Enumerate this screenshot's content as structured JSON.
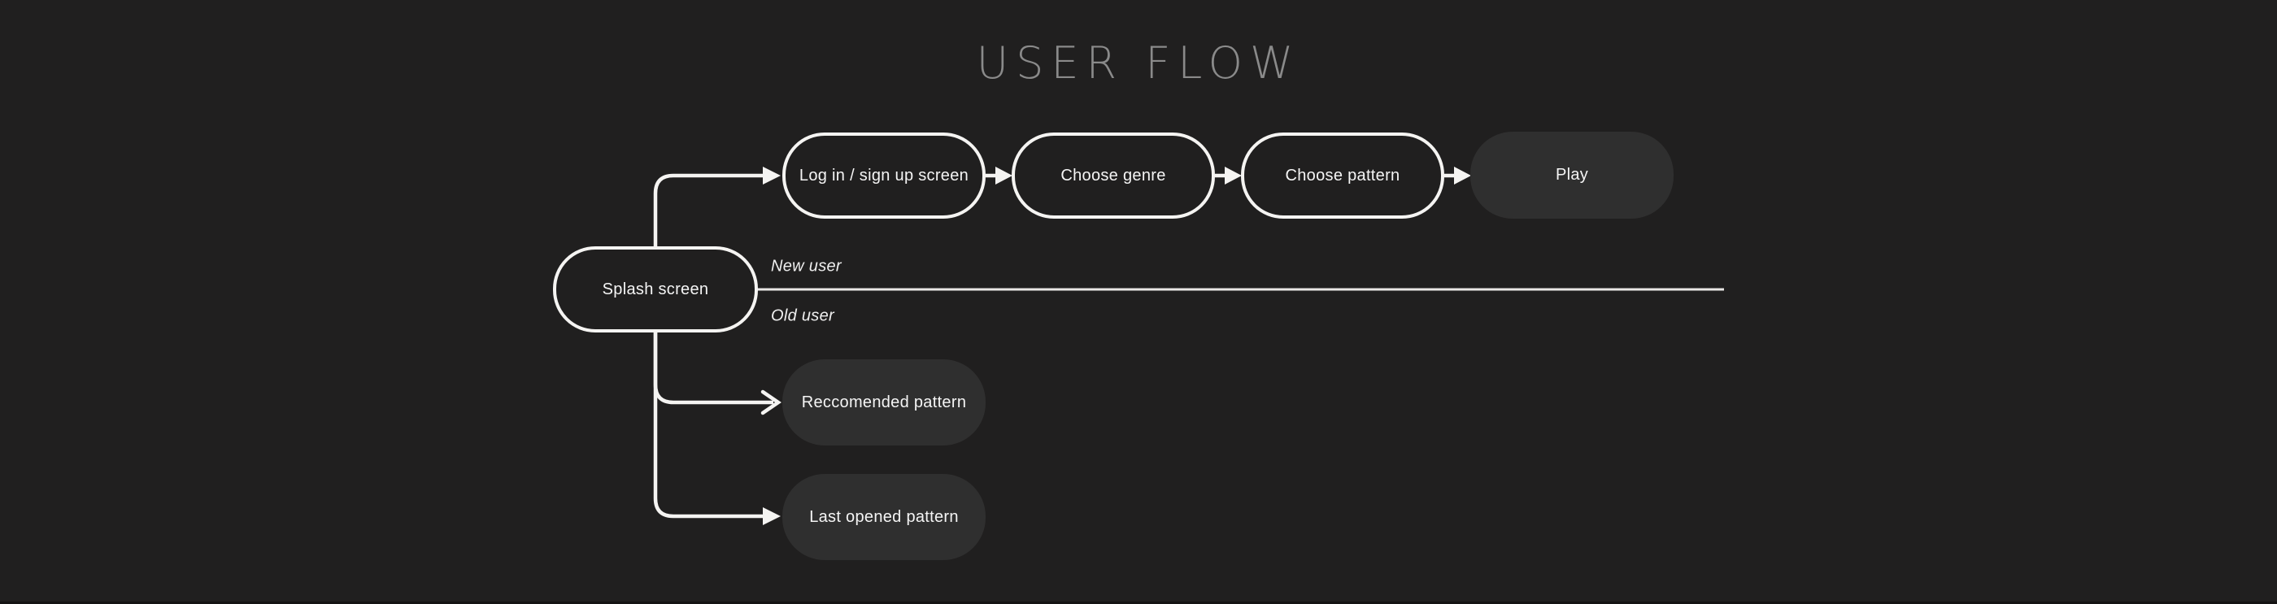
{
  "title": "USER FLOW",
  "diagram": {
    "nodes": [
      {
        "id": "splash_screen",
        "label": "Splash screen",
        "style": "outlined"
      },
      {
        "id": "login_signup",
        "label": "Log in / sign up screen",
        "style": "outlined"
      },
      {
        "id": "choose_genre",
        "label": "Choose genre",
        "style": "outlined"
      },
      {
        "id": "choose_pattern",
        "label": "Choose pattern",
        "style": "outlined"
      },
      {
        "id": "play",
        "label": "Play",
        "style": "filled"
      },
      {
        "id": "recommended_pattern",
        "label": "Reccomended pattern",
        "style": "filled"
      },
      {
        "id": "last_opened_pattern",
        "label": "Last opened pattern",
        "style": "filled"
      }
    ],
    "branch_labels": [
      {
        "id": "new_user",
        "text": "New user"
      },
      {
        "id": "old_user",
        "text": "Old user"
      }
    ],
    "edges": [
      {
        "from": "splash_screen",
        "to": "login_signup",
        "branch": "New user",
        "arrowhead": "solid"
      },
      {
        "from": "login_signup",
        "to": "choose_genre",
        "arrowhead": "solid"
      },
      {
        "from": "choose_genre",
        "to": "choose_pattern",
        "arrowhead": "solid"
      },
      {
        "from": "choose_pattern",
        "to": "play",
        "arrowhead": "solid"
      },
      {
        "from": "splash_screen",
        "to": "recommended_pattern",
        "branch": "Old user",
        "arrowhead": "open-chevron"
      },
      {
        "from": "splash_screen",
        "to": "last_opened_pattern",
        "branch": "Old user",
        "arrowhead": "solid"
      }
    ]
  },
  "colors": {
    "background": "#201f1f",
    "node_fill": "#2f2f2f",
    "node_outline": "#f5f4f2",
    "wire": "#f5f4f2",
    "divider_line": "#e9e7e5",
    "node_text": "#f5f5f5",
    "branch_label_text": "#efefef",
    "title_text": "#8a8a8a"
  }
}
